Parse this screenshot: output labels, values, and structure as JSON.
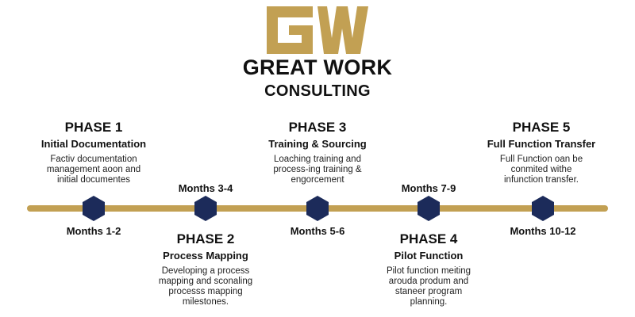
{
  "logo": {
    "monogram": "GW",
    "line1": "GREAT WORK",
    "line2": "CONSULTING"
  },
  "colors": {
    "gold": "#c2a053",
    "navy": "#1c2b5a",
    "text": "#111111"
  },
  "phases": [
    {
      "title": "PHASE 1",
      "subtitle": "Initial Documentation",
      "desc": [
        "Factiv documentation",
        "management aoon and",
        "initial documentes"
      ],
      "months": "Months 1-2"
    },
    {
      "title": "PHASE 2",
      "subtitle": "Process Mapping",
      "desc": [
        "Developing a process",
        "mapping and sconaling",
        "processs mapping",
        "milestones."
      ],
      "months": "Months 3-4"
    },
    {
      "title": "PHASE 3",
      "subtitle": "Training & Sourcing",
      "desc": [
        "Loaching training and",
        "process-ing training &",
        "engorcement"
      ],
      "months": "Months 5-6"
    },
    {
      "title": "PHASE 4",
      "subtitle": "Pilot Function",
      "desc": [
        "Pilot function meiting",
        "arouda produm and",
        "staneer program",
        "planning."
      ],
      "months": "Months 7-9"
    },
    {
      "title": "PHASE 5",
      "subtitle": "Full Function Transfer",
      "desc": [
        "Full Function oan be",
        "conmited withe",
        "infunction transfer."
      ],
      "months": "Months 10-12"
    }
  ]
}
